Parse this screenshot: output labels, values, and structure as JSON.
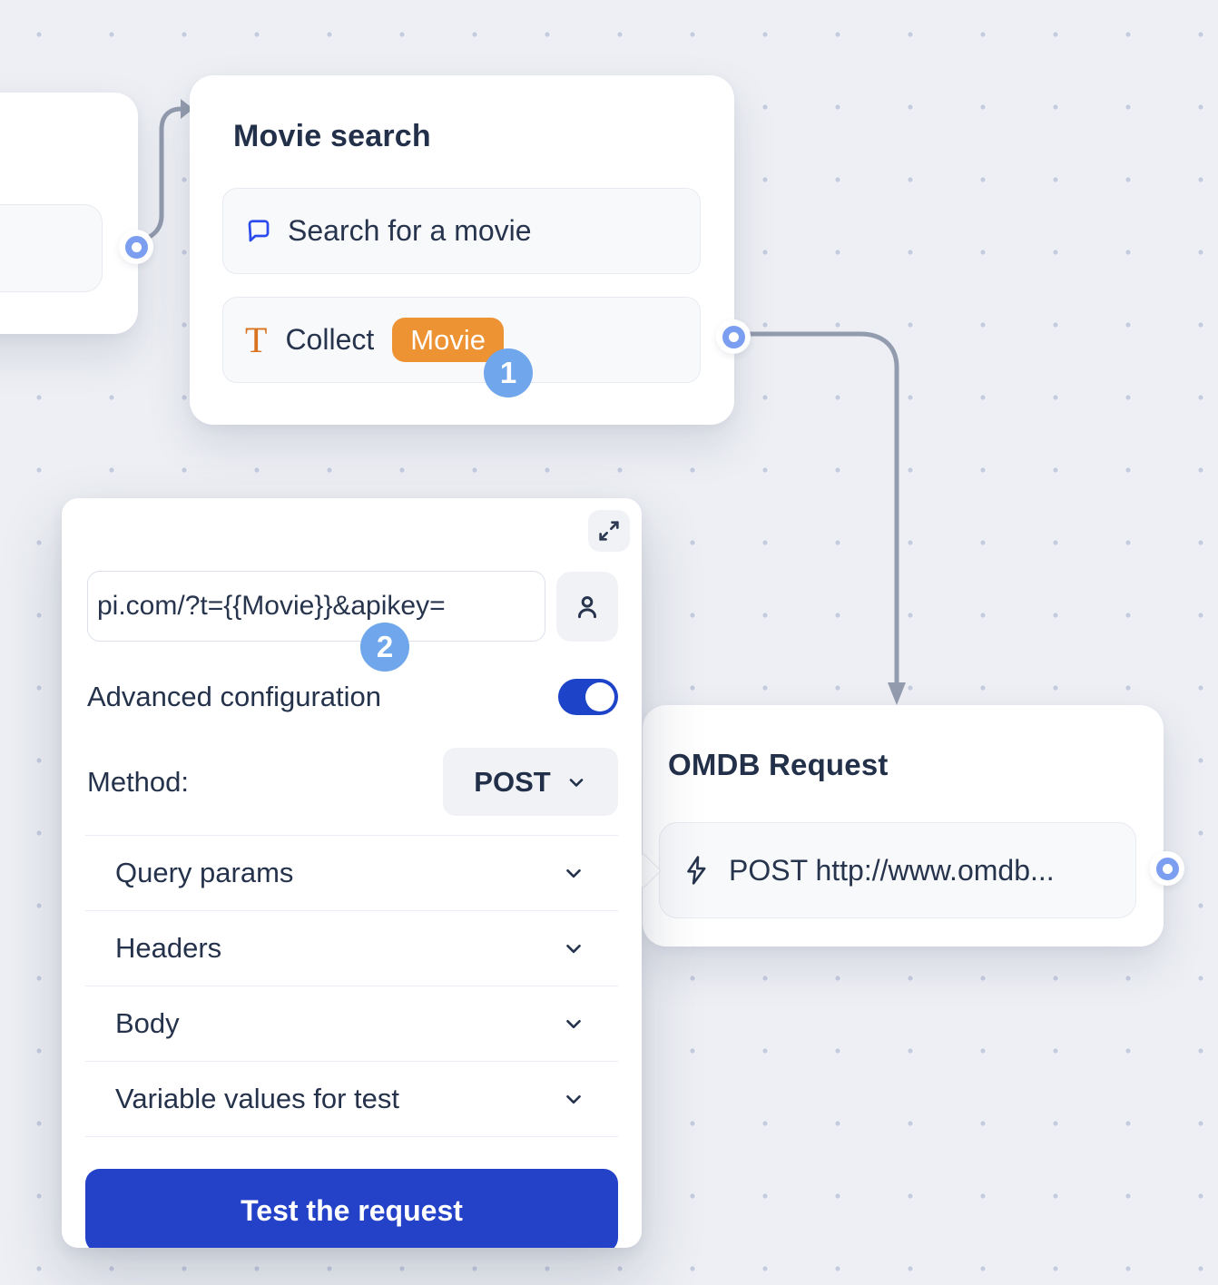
{
  "badges": {
    "one": "1",
    "two": "2"
  },
  "movie_card": {
    "title": "Movie search",
    "items": [
      {
        "icon": "chat-bubble",
        "label": "Search for a movie"
      },
      {
        "icon": "text-T",
        "label": "Collect",
        "variable": "Movie"
      }
    ]
  },
  "omdb_card": {
    "title": "OMDB Request",
    "item_label": "POST http://www.omdb..."
  },
  "panel": {
    "url_value": "pi.com/?t={{Movie}}&apikey=",
    "advanced_label": "Advanced configuration",
    "method_label": "Method:",
    "method_value": "POST",
    "sections": [
      "Query params",
      "Headers",
      "Body",
      "Variable values for test"
    ],
    "test_button_label": "Test the request"
  },
  "colors": {
    "accent_blue": "#2342c8",
    "port_blue": "#7c9ef1",
    "badge_blue": "#6fa6ec",
    "variable_orange": "#ee9334",
    "connector_gray": "#939cae",
    "canvas_dot": "#c6cce0"
  }
}
